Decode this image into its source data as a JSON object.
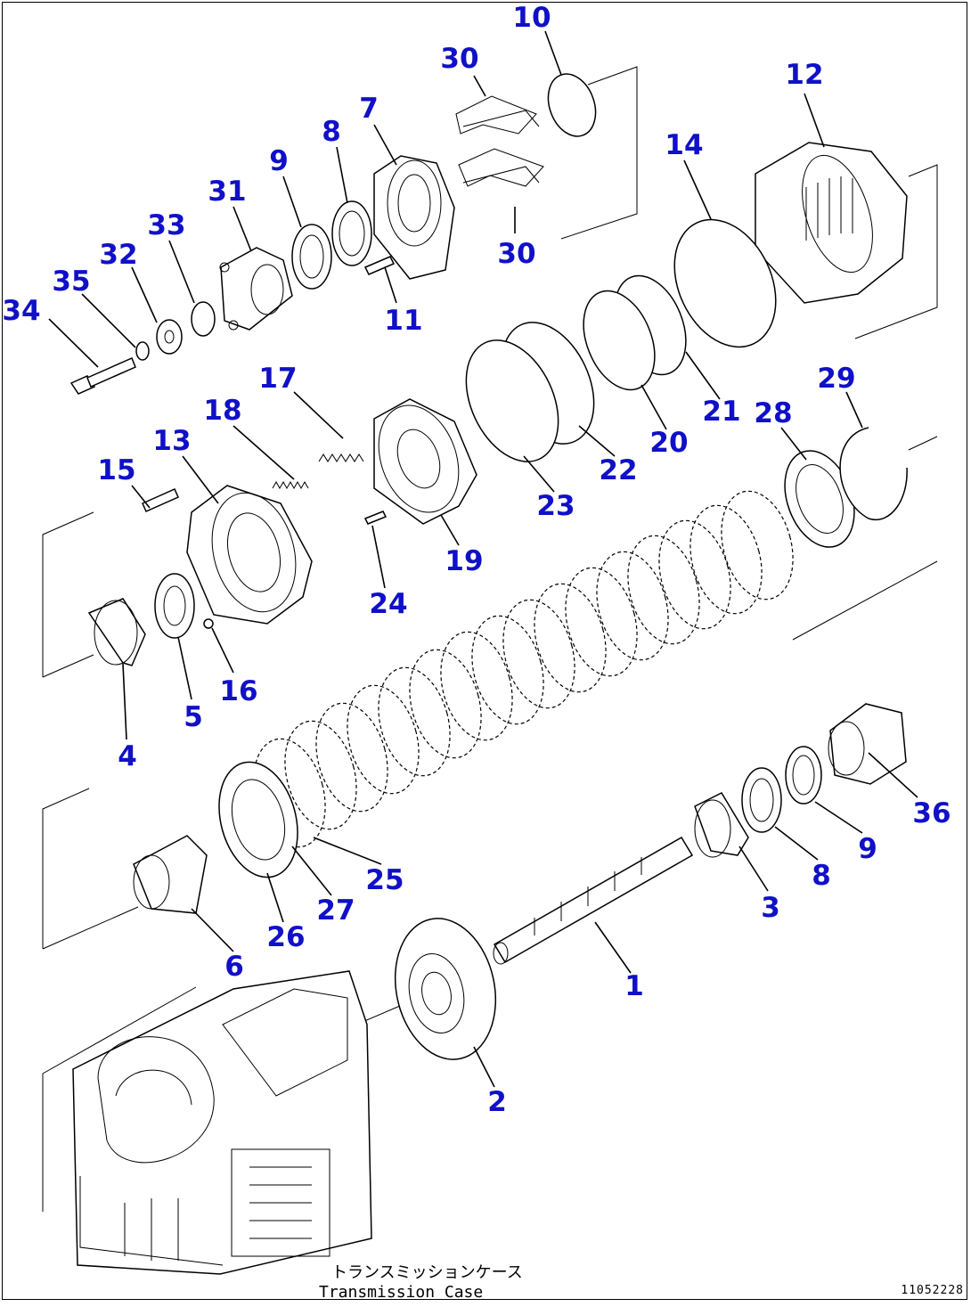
{
  "callouts": [
    "10",
    "30",
    "12",
    "7",
    "8",
    "9",
    "31",
    "14",
    "33",
    "32",
    "35",
    "34",
    "11",
    "30",
    "17",
    "29",
    "18",
    "28",
    "21",
    "13",
    "20",
    "22",
    "15",
    "23",
    "19",
    "24",
    "16",
    "5",
    "4",
    "36",
    "25",
    "9",
    "8",
    "3",
    "27",
    "26",
    "6",
    "1",
    "2"
  ],
  "caption": {
    "japanese": "トランスミッションケース",
    "english": "Transmission Case"
  },
  "drawing_code": "11052228"
}
